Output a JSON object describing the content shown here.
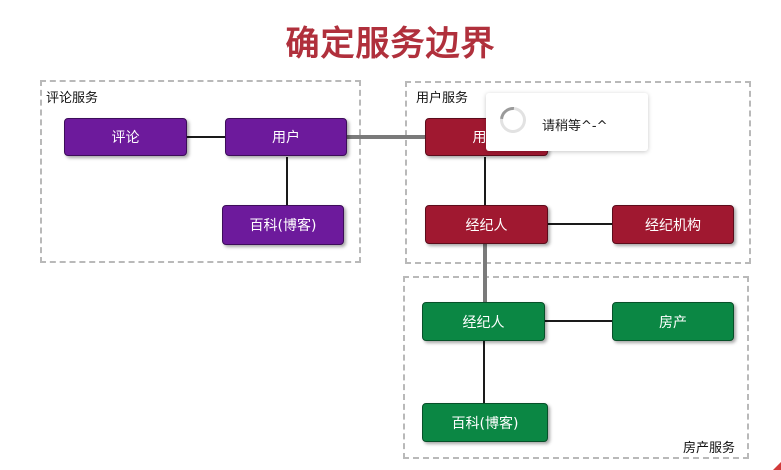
{
  "title": "确定服务边界",
  "groups": {
    "comment_service": "评论服务",
    "user_service": "用户服务",
    "property_service": "房产服务"
  },
  "nodes": {
    "comment": "评论",
    "comment_user": "用户",
    "comment_blog": "百科(博客)",
    "user_user": "用户",
    "user_agent": "经纪人",
    "user_agency": "经纪机构",
    "prop_agent": "经纪人",
    "prop_house": "房产",
    "prop_blog": "百科(博客)"
  },
  "colors": {
    "title": "#b0303c",
    "comment_service_nodes": "#6d1a9c",
    "user_service_nodes": "#a01830",
    "property_service_nodes": "#0b8744"
  },
  "loading_toast": {
    "text": "请稍等^-^",
    "icon": "spinner-icon"
  }
}
